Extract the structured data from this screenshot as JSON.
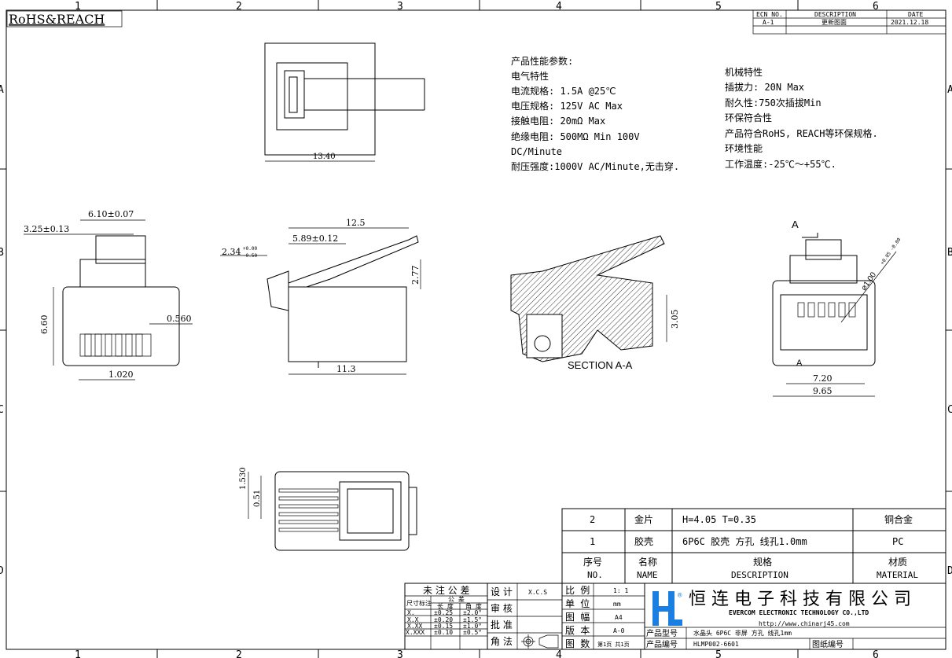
{
  "corner_label": "RoHS&REACH",
  "grid": {
    "columns": [
      "1",
      "2",
      "3",
      "4",
      "5",
      "6"
    ],
    "rows": [
      "A",
      "B",
      "C",
      "D"
    ]
  },
  "ecn": {
    "headers": [
      "ECN NO.",
      "DESCRIPTION",
      "DATE"
    ],
    "rows": [
      [
        "A-1",
        "更新图面",
        "2021.12.18"
      ]
    ]
  },
  "specs_left": [
    "产品性能参数:",
    "电气特性",
    "电流规格: 1.5A @25℃",
    "电压规格: 125V AC Max",
    "接触电阻: 20mΩ Max",
    "绝缘电阻: 500MΩ Min 100V",
    "DC/Minute",
    "耐压强度:1000V AC/Minute,无击穿."
  ],
  "specs_right": [
    "机械特性",
    "插拔力: 20N Max",
    "耐久性:750次插拔Min",
    "环保符合性",
    "产品符合RoHS, REACH等环保规格.",
    "环境性能",
    "工作温度:-25℃～+55℃."
  ],
  "dimensions": {
    "top_width": "13.40",
    "front_6_10": "6.10±0.07",
    "front_3_25": "3.25±0.13",
    "front_6_60": "6.60",
    "front_0_560": "0.560",
    "front_1_020": "1.020",
    "side_12_5": "12.5",
    "side_5_89": "5.89±0.12",
    "side_2_34": "2.34",
    "side_2_34_tol_upper": "+0.00",
    "side_2_34_tol_lower": "-0.50",
    "side_2_77": "2.77",
    "side_11_3": "11.3",
    "section_3_05": "3.05",
    "end_diameter": "⌀1.00",
    "end_diameter_tol": "+0.05 -0.00",
    "end_7_20": "7.20",
    "end_9_65": "9.65",
    "bottom_1_530": "1.530",
    "bottom_0_51": "0.51"
  },
  "section_label": "SECTION A-A",
  "view_marker": "A",
  "parts_table": {
    "rows": [
      {
        "no": "2",
        "name": "金片",
        "spec": "H=4.05 T=0.35",
        "material": "铜合金"
      },
      {
        "no": "1",
        "name": "胶壳",
        "spec": "6P6C 胶壳 方孔 线孔1.0mm",
        "material": "PC"
      }
    ],
    "header": {
      "no": "序号",
      "no_en": "NO.",
      "name": "名称",
      "name_en": "NAME",
      "spec": "规格",
      "spec_en": "DESCRIPTION",
      "material": "材质",
      "material_en": "MATERIAL"
    }
  },
  "tolerance": {
    "title": "未 注 公 差",
    "size_label": "尺寸标注",
    "tol_label": "公  差",
    "length": "长 度",
    "angle": "角 度",
    "rows": [
      [
        "X.",
        "±0.25",
        "±2.0°"
      ],
      [
        "X.X",
        "±0.20",
        "±1.5°"
      ],
      [
        "X.XX",
        "±0.15",
        "±1.0°"
      ],
      [
        "X.XXX",
        "±0.10",
        "±0.5°"
      ]
    ]
  },
  "approval": {
    "design": "设 计",
    "designer": "X.C.S",
    "review": "审 核",
    "approve": "批 准",
    "projection": "角 法"
  },
  "drawing_info": [
    {
      "label": "比 例",
      "value": "1: 1"
    },
    {
      "label": "单 位",
      "value": "mm"
    },
    {
      "label": "图 幅",
      "value": "A4"
    },
    {
      "label": "版 本",
      "value": "A-0"
    },
    {
      "label": "图 数",
      "value": "第1页 共1页"
    }
  ],
  "company": {
    "logo": "HL",
    "registered": "®",
    "name_cn": "恒 连 电 子 科 技 有 限 公 司",
    "name_en": "EVERCOM ELECTRONIC TECHNOLOGY CO.,LTD",
    "url": "http://www.chinarj45.com"
  },
  "product": {
    "model_label": "产品型号",
    "model": "水晶头 6P6C 非屏 方孔 线孔1mm",
    "number_label": "产品编号",
    "number": "HLMP002-6601",
    "drawing_no_label": "图纸编号",
    "drawing_no": ""
  },
  "colors": {
    "logo": "#1a7fe0",
    "line": "#000000"
  }
}
